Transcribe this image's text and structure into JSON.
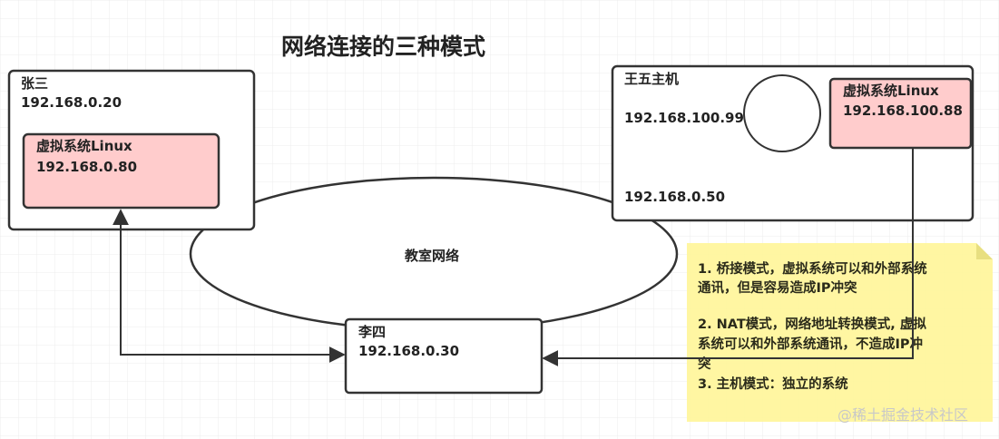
{
  "title": "网络连接的三种模式",
  "hosts": {
    "zhangsan": {
      "name": "张三",
      "ip": "192.168.0.20",
      "vm": {
        "name": "虚拟系统Linux",
        "ip": "192.168.0.80"
      }
    },
    "wangwu": {
      "name": "王五主机",
      "ip_internal": "192.168.100.99",
      "ip_lan": "192.168.0.50",
      "vm": {
        "name": "虚拟系统Linux",
        "ip": "192.168.100.88"
      }
    },
    "lisi": {
      "name": "李四",
      "ip": "192.168.0.30"
    }
  },
  "network": {
    "label": "教室网络"
  },
  "note": {
    "lines": [
      "1. 桥接模式，虚拟系统可以和外部系统",
      "通讯，但是容易造成IP冲突",
      "2. NAT模式，网络地址转换模式, 虚拟",
      "系统可以和外部系统通讯，不造成IP冲",
      "突",
      "3. 主机模式：独立的系统"
    ]
  },
  "watermark": "@稀土掘金技术社区",
  "colors": {
    "vm_fill": "#ffcccc",
    "note_fill": "#fff59d",
    "stroke": "#333333",
    "grid": "#ececec"
  }
}
